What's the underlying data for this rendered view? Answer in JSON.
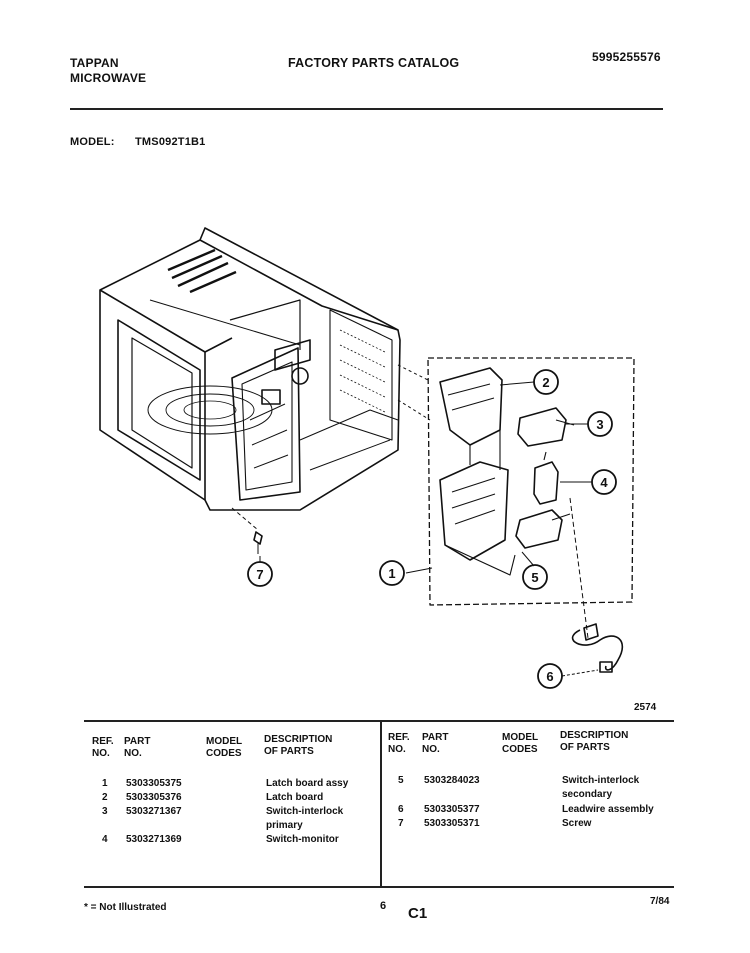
{
  "header": {
    "brand": "TAPPAN",
    "product": "MICROWAVE",
    "title": "FACTORY PARTS CATALOG",
    "catalog_no": "5995255576",
    "model_label": "MODEL:",
    "model_no": "TMS092T1B1"
  },
  "diagram": {
    "figure_no": "2574",
    "callouts": [
      "1",
      "2",
      "3",
      "4",
      "5",
      "6",
      "7"
    ]
  },
  "table": {
    "headers": {
      "ref_l1": "REF.",
      "ref_l2": "NO.",
      "part_l1": "PART",
      "part_l2": "NO.",
      "model_l1": "MODEL",
      "model_l2": "CODES",
      "desc_l1": "DESCRIPTION",
      "desc_l2": "OF PARTS"
    },
    "left_rows": [
      {
        "ref": "1",
        "part": "5303305375",
        "desc": "Latch board assy"
      },
      {
        "ref": "2",
        "part": "5303305376",
        "desc": "Latch board"
      },
      {
        "ref": "3",
        "part": "5303271367",
        "desc": "Switch-interlock",
        "desc2": "primary"
      },
      {
        "ref": "4",
        "part": "5303271369",
        "desc": "Switch-monitor"
      }
    ],
    "right_rows": [
      {
        "ref": "5",
        "part": "5303284023",
        "desc": "Switch-interlock",
        "desc2": "secondary"
      },
      {
        "ref": "6",
        "part": "5303305377",
        "desc": "Leadwire assembly"
      },
      {
        "ref": "7",
        "part": "5303305371",
        "desc": "Screw"
      }
    ]
  },
  "footer": {
    "note": "* = Not Illustrated",
    "page": "6",
    "section": "C1",
    "date": "7/84"
  }
}
